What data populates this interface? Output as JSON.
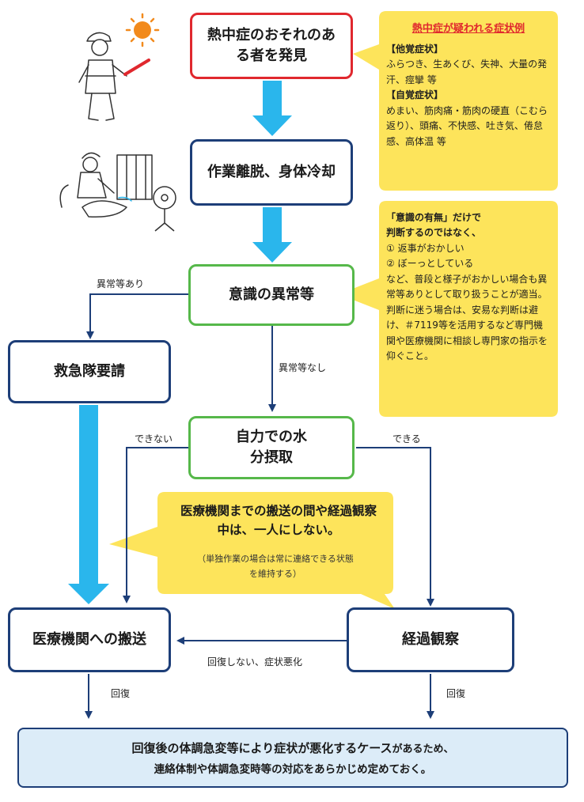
{
  "boxes": {
    "discover": "熱中症のおそれのある者を発見",
    "cooling": "作業離脱、身体冷却",
    "consciousness": "意識の異常等",
    "ambulance": "救急隊要請",
    "water": "自力での水分摂取",
    "hospital": "医療機関への搬送",
    "observe": "経過観察"
  },
  "labels": {
    "abnormal_yes": "異常等あり",
    "abnormal_no": "異常等なし",
    "cannot": "できない",
    "can": "できる",
    "not_recovered": "回復しない、症状悪化",
    "recover_left": "回復",
    "recover_right": "回復"
  },
  "symptoms_note": {
    "title": "熱中症が疑われる症状例",
    "other_head": "【他覚症状】",
    "other_text": "ふらつき、生あくび、失神、大量の発汗、痙攣 等",
    "self_head": "【自覚症状】",
    "self_text": "めまい、筋肉痛・筋肉の硬直（こむら返り）、頭痛、不快感、吐き気、倦怠感、高体温 等"
  },
  "consciousness_note": {
    "line1": "「意識の有無」だけで",
    "line2": "判断するのではなく、",
    "item1": "① 返事がおかしい",
    "item2": "② ぼーっとしている",
    "text1": "など、普段と様子がおかしい場合も異常等ありとして取り扱うことが適当。",
    "text2": "判断に迷う場合は、安易な判断は避け、＃7119等を活用するなど専門機関や医療機関に相談し専門家の指示を仰ぐこと。"
  },
  "alone_note": {
    "main": "医療機関までの搬送の間や経過観察中は、一人にしない。",
    "sub": "（単独作業の場合は常に連絡できる状態を維持する）"
  },
  "final_note": {
    "line1_a": "回復後の体調急変等により症状が悪化するケース",
    "line1_b": "があるため、",
    "line2": "連絡体制や体調急変時等の対応をあらかじめ定めておく。"
  },
  "colors": {
    "red_border": "#e0282e",
    "navy_border": "#1d3e78",
    "green_border": "#56b84a",
    "cyan_arrow": "#2ab6ec",
    "note_yellow": "#fde45b",
    "final_bg": "#dcecf8",
    "sun": "#f28a1c"
  },
  "icons": {
    "worker_flag": "worker-with-baton-icon",
    "worker_cooling": "worker-cooling-patient-icon",
    "fan": "electric-fan-icon",
    "sun": "sun-icon",
    "water_bottle": "water-bottle-icon"
  }
}
